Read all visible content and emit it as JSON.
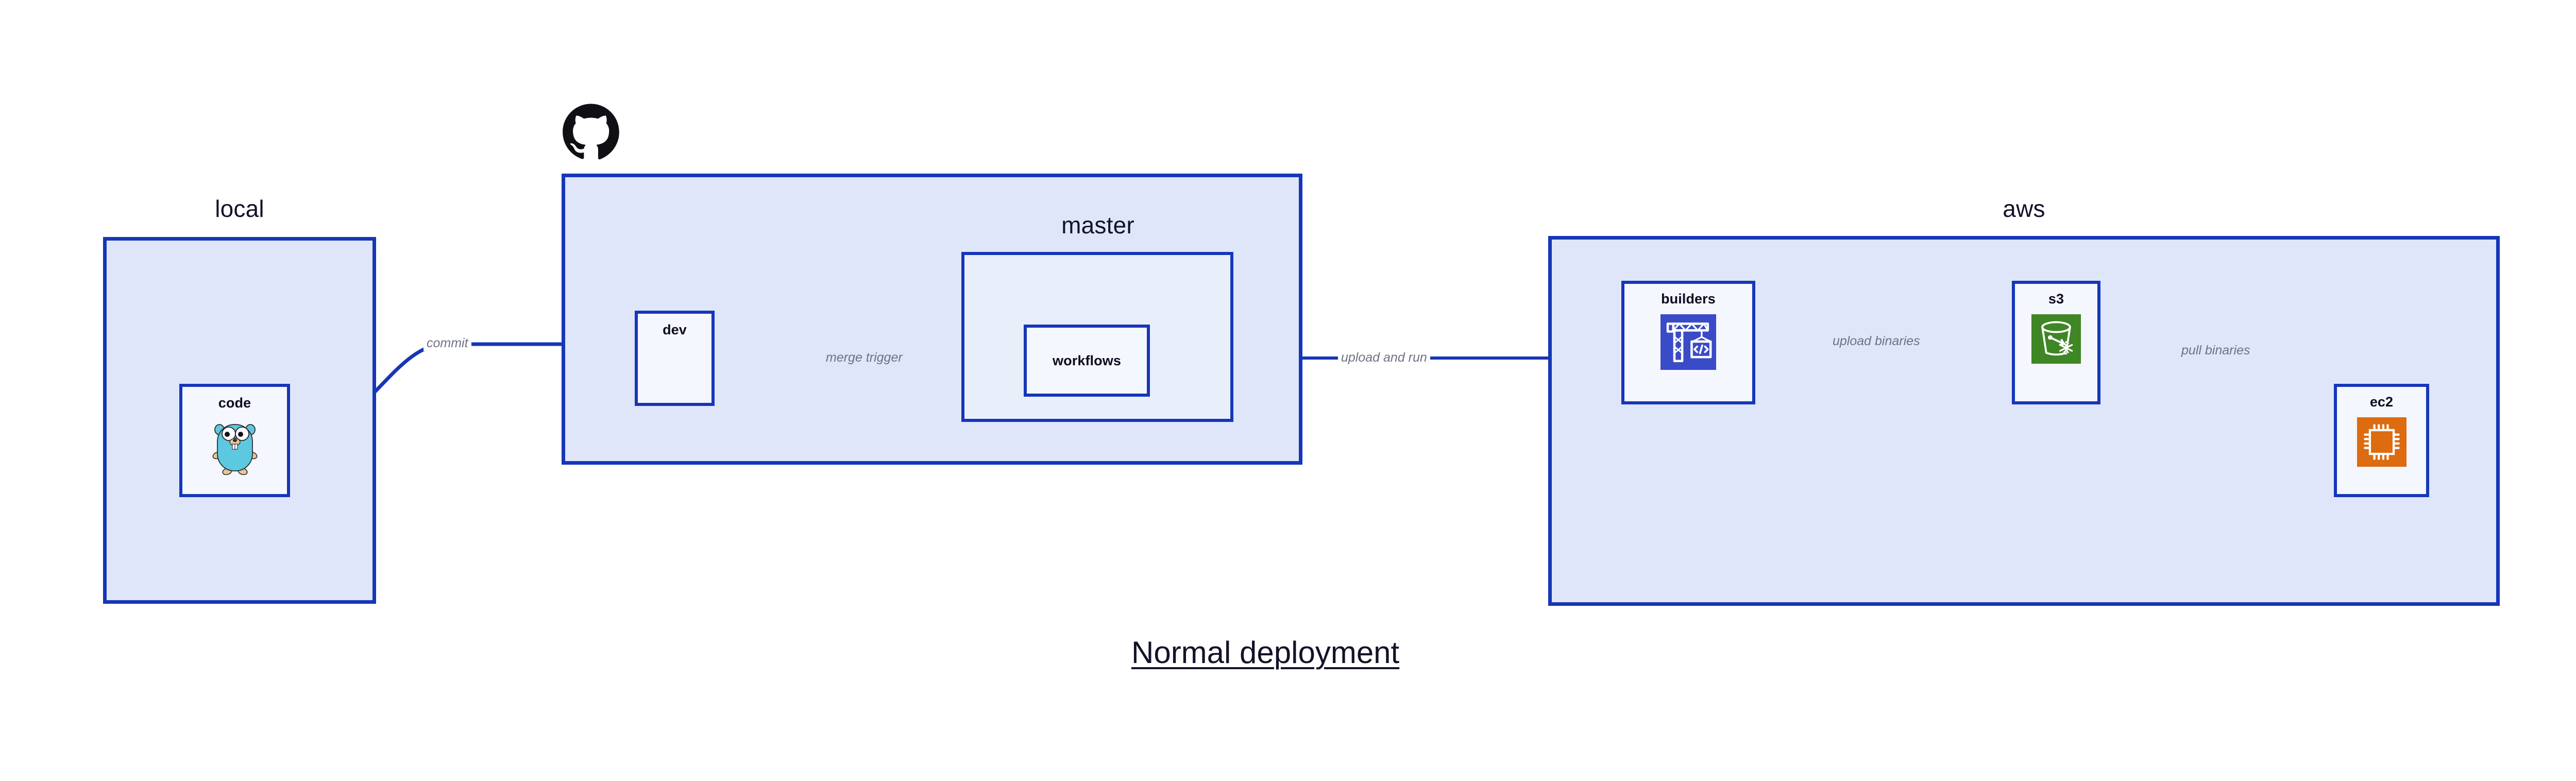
{
  "diagram": {
    "title": "Normal deployment",
    "background": "#ffffff",
    "accent_stroke": "#1636b8",
    "group_fill": "#dfe6fa",
    "subgroup_fill": "#e9eefb",
    "node_fill": "#e9eefb",
    "node_fill_light": "#f4f7fd",
    "label_color": "#121229",
    "edge_label_color": "#6e7285"
  },
  "groups": [
    {
      "id": "local",
      "label": "local"
    },
    {
      "id": "github",
      "label": "github"
    },
    {
      "id": "aws",
      "label": "aws"
    }
  ],
  "subgroups": [
    {
      "id": "master",
      "label": "master",
      "parent": "github"
    }
  ],
  "nodes": [
    {
      "id": "code",
      "label": "code",
      "parent": "local",
      "icon": "go-gopher-icon",
      "icon_color": "#5cc9e0"
    },
    {
      "id": "dev",
      "label": "dev",
      "parent": "github",
      "icon": "none",
      "icon_color": ""
    },
    {
      "id": "workflows",
      "label": "workflows",
      "parent": "master",
      "icon": "none",
      "icon_color": ""
    },
    {
      "id": "builders",
      "label": "builders",
      "parent": "aws",
      "icon": "crane-code-icon",
      "icon_color": "#3a4bc8"
    },
    {
      "id": "s3",
      "label": "s3",
      "parent": "aws",
      "icon": "s3-bucket-icon",
      "icon_color": "#3f8624"
    },
    {
      "id": "ec2",
      "label": "ec2",
      "parent": "aws",
      "icon": "cpu-chip-icon",
      "icon_color": "#dd6b10"
    }
  ],
  "edges": [
    {
      "id": "code-to-dev",
      "from": "code",
      "to": "dev",
      "label": "commit"
    },
    {
      "id": "dev-to-workflows",
      "from": "dev",
      "to": "workflows",
      "label": "merge trigger"
    },
    {
      "id": "workflows-to-builders",
      "from": "workflows",
      "to": "builders",
      "label": "upload and run"
    },
    {
      "id": "builders-to-s3",
      "from": "builders",
      "to": "s3",
      "label": "upload binaries"
    },
    {
      "id": "s3-to-ec2",
      "from": "s3",
      "to": "ec2",
      "label": "pull binaries"
    }
  ],
  "brand_marks": [
    {
      "id": "github-octocat",
      "name": "github-octocat-logo",
      "color": "#101014"
    }
  ]
}
